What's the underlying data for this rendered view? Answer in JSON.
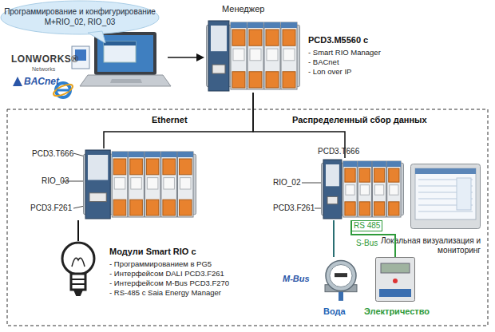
{
  "diagram": {
    "nodes": [
      {
        "text": [
          "Программирование и конфигурирование M+RIO_02, RIO_03"
        ]
      },
      {
        "text": [
          "Менеджер"
        ]
      },
      {
        "text": [
          "PCD3.T666",
          "RIO_03",
          "PCD3.F261"
        ]
      },
      {
        "text": [
          "PCD3.T666",
          "RIO_02",
          "PCD3.F261"
        ]
      },
      {
        "text": [
          "Локальная визуализация и мониторинг"
        ]
      },
      {
        "text": [
          "Вода"
        ]
      },
      {
        "text": [
          "Электричество"
        ]
      }
    ],
    "edges": [
      {
        "from": 1,
        "to": 2,
        "arrow": "none",
        "label": "Ethernet"
      },
      {
        "from": 1,
        "to": 3,
        "arrow": "none"
      },
      {
        "from": 3,
        "to": 5,
        "arrow": "none"
      },
      {
        "from": 3,
        "to": 6,
        "arrow": "none",
        "label": "RS 485"
      }
    ],
    "labels": [
      "LONWORKS®",
      "Networks",
      "BACnet",
      "PCD3.M5560 с",
      "- Smart RIO Manager",
      "- BACnet",
      "- Lon over IP",
      "Распределенный сбор данных",
      "Модули Smart RIO с",
      "- Программированием в PG5",
      "- Интерфейсом DALI PCD3.F261",
      "- Интерфейсом M-Bus PCD3.F270",
      "- RS-485 с Saia Energy Manager",
      "M-Bus",
      "S-Bus"
    ]
  }
}
